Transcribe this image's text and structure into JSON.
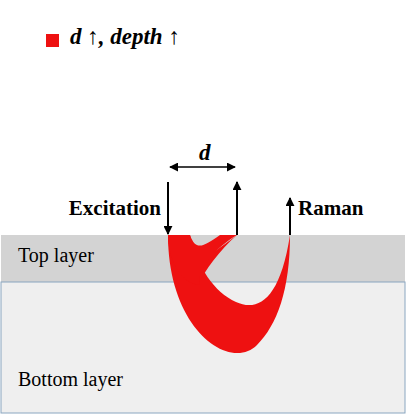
{
  "diagram": {
    "nodes": [
      {
        "text": [
          "Top layer"
        ]
      },
      {
        "text": [
          "Bottom layer"
        ]
      }
    ],
    "labels": [
      "d",
      "Excitation",
      "Raman"
    ],
    "legend": [
      {
        "text": "d ↑, depth ↑",
        "color": "#ee1111"
      }
    ]
  }
}
